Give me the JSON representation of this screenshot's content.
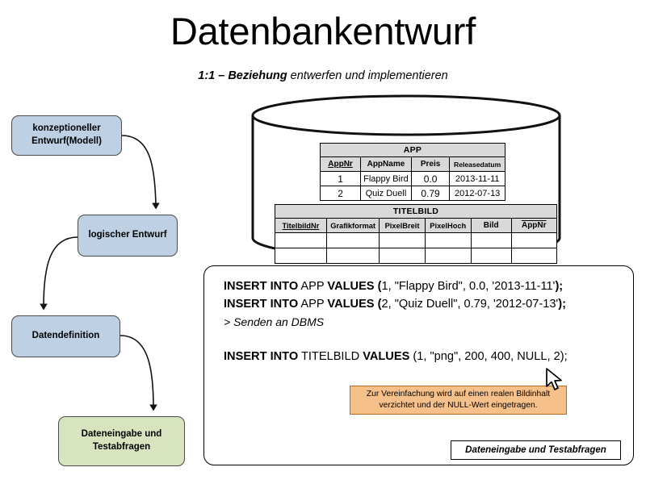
{
  "slide": {
    "title": "Datenbankentwurf",
    "subtitle_lead": "1:1 – Beziehung",
    "subtitle_rest": " entwerfen und implementieren"
  },
  "flow": {
    "steps": [
      {
        "label": "konzeptioneller Entwurf(Modell)",
        "color": "#bdd0e4",
        "state": "done"
      },
      {
        "label": "logischer Entwurf",
        "color": "#bdd0e4",
        "state": "done"
      },
      {
        "label": "Datendefinition",
        "color": "#bdd0e4",
        "state": "done"
      },
      {
        "label": "Dateneingabe und Testabfragen",
        "color": "#d7e4bd",
        "state": "current"
      }
    ]
  },
  "database": {
    "icon": "database-cylinder",
    "tables": [
      {
        "name": "APP",
        "columns": [
          {
            "label": "AppNr",
            "key": "primary"
          },
          {
            "label": "AppName",
            "key": "none"
          },
          {
            "label": "Preis",
            "key": "none"
          },
          {
            "label": "Releasedatum",
            "key": "none"
          }
        ],
        "rows": [
          [
            "1",
            "Flappy Bird",
            "0.0",
            "2013-11-11"
          ],
          [
            "2",
            "Quiz Duell",
            "0.79",
            "2012-07-13"
          ]
        ]
      },
      {
        "name": "TITELBILD",
        "columns": [
          {
            "label": "TitelbildNr",
            "key": "primary"
          },
          {
            "label": "Grafikformat",
            "key": "none"
          },
          {
            "label": "PixelBreit",
            "key": "none"
          },
          {
            "label": "PixelHoch",
            "key": "none"
          },
          {
            "label": "Bild",
            "key": "none"
          },
          {
            "label": "AppNr",
            "key": "foreign"
          }
        ],
        "rows": [
          [
            "",
            "",
            "",
            "",
            "",
            ""
          ],
          [
            "",
            "",
            "",
            "",
            "",
            ""
          ]
        ]
      }
    ]
  },
  "sql_panel": {
    "statements": [
      {
        "kw1": "INSERT INTO",
        "table": " APP ",
        "kw2": "VALUES",
        "open": " (",
        "args": "1, \"Flappy Bird\", 0.0, '2013-11-11'",
        "close": ");"
      },
      {
        "kw1": "INSERT INTO",
        "table": " APP ",
        "kw2": "VALUES",
        "open": " (",
        "args": "2, \"Quiz Duell\", 0.79, '2012-07-13'",
        "close": ");"
      }
    ],
    "note": "> Senden an DBMS",
    "statement_titelbild": {
      "kw1": "INSERT INTO",
      "table": " TITELBILD ",
      "kw2": "VALUES",
      "args": " (1, \"png\", 200, 400, NULL, 2);"
    }
  },
  "callout": {
    "text": "Zur Vereinfachung wird auf einen realen Bildinhalt verzichtet und der NULL-Wert eingetragen.",
    "fill": "#f5c08a",
    "border": "#b96a20"
  },
  "cursor": {
    "icon": "mouse-pointer-arrow"
  },
  "footer": {
    "label": "Dateneingabe und Testabfragen"
  }
}
